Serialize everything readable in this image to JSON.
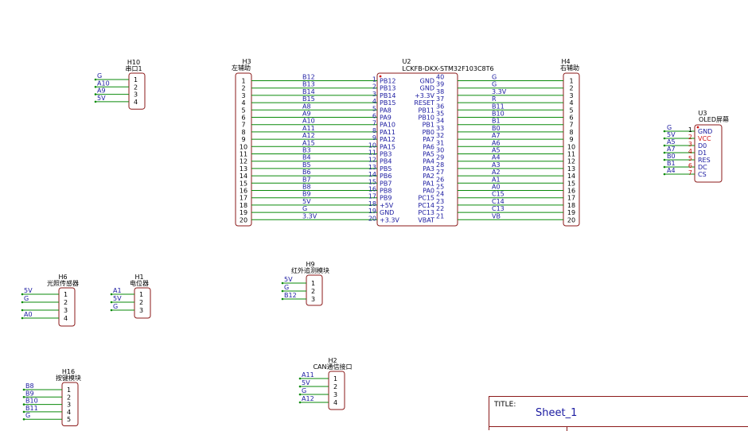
{
  "colors": {
    "net": "#0a8a0a",
    "body": "#8b1a1a",
    "label": "#1a1aa0",
    "pin_num": "#000000",
    "pin_red": "#d01010",
    "net_text": "#1a1aa0"
  },
  "title_block": {
    "label": "TITLE:",
    "value": "Sheet_1"
  },
  "h10": {
    "ref": "H10",
    "name": "串口1",
    "nets": [
      "G",
      "A10",
      "A9",
      "5V"
    ],
    "pins": [
      "1",
      "2",
      "3",
      "4"
    ]
  },
  "h3": {
    "ref": "H3",
    "name": "左辅助",
    "pins": [
      "1",
      "2",
      "3",
      "4",
      "5",
      "6",
      "7",
      "8",
      "9",
      "10",
      "11",
      "12",
      "13",
      "14",
      "15",
      "16",
      "17",
      "18",
      "19",
      "20"
    ]
  },
  "h4": {
    "ref": "H4",
    "name": "右辅助",
    "pins": [
      "1",
      "2",
      "3",
      "4",
      "5",
      "6",
      "7",
      "8",
      "9",
      "10",
      "11",
      "12",
      "13",
      "14",
      "15",
      "16",
      "17",
      "18",
      "19",
      "20"
    ]
  },
  "u2": {
    "ref": "U2",
    "name": "LCKFB-DKX-STM32F103C8T6",
    "left_nets": [
      "B12",
      "B13",
      "B14",
      "B15",
      "A8",
      "A9",
      "A10",
      "A11",
      "A12",
      "A15",
      "B3",
      "B4",
      "B5",
      "B6",
      "B7",
      "B8",
      "B9",
      "5V",
      "G",
      "3.3V"
    ],
    "left_nums": [
      "1",
      "2",
      "3",
      "4",
      "5",
      "6",
      "7",
      "8",
      "9",
      "10",
      "11",
      "12",
      "13",
      "14",
      "15",
      "16",
      "17",
      "18",
      "19",
      "20"
    ],
    "left_pins": [
      "PB12",
      "PB13",
      "PB14",
      "PB15",
      "PA8",
      "PA9",
      "PA10",
      "PA11",
      "PA12",
      "PA15",
      "PB3",
      "PB4",
      "PB5",
      "PB6",
      "PB7",
      "PB8",
      "PB9",
      "+5V",
      "GND",
      "+3.3V"
    ],
    "right_pins": [
      "GND",
      "GND",
      "+3.3V",
      "RESET",
      "PB11",
      "PB10",
      "PB1",
      "PB0",
      "PA7",
      "PA6",
      "PA5",
      "PA4",
      "PA3",
      "PA2",
      "PA1",
      "PA0",
      "PC15",
      "PC14",
      "PC13",
      "VBAT"
    ],
    "right_nums": [
      "40",
      "39",
      "38",
      "37",
      "36",
      "35",
      "34",
      "33",
      "32",
      "31",
      "30",
      "29",
      "28",
      "27",
      "26",
      "25",
      "24",
      "23",
      "22",
      "21"
    ],
    "right_nets": [
      "G",
      "G",
      "3.3V",
      "R",
      "B11",
      "B10",
      "B1",
      "B0",
      "A7",
      "A6",
      "A5",
      "A4",
      "A3",
      "A2",
      "A1",
      "A0",
      "C15",
      "C14",
      "C13",
      "VB"
    ]
  },
  "u3": {
    "ref": "U3",
    "name": "OLED屏幕",
    "nets": [
      "G",
      "5V",
      "A5",
      "A7",
      "B0",
      "B1",
      "A4"
    ],
    "nums": [
      "1",
      "2",
      "3",
      "4",
      "5",
      "6",
      "7"
    ],
    "pins": [
      "GND",
      "VCC",
      "D0",
      "D1",
      "RES",
      "DC",
      "CS"
    ]
  },
  "h6": {
    "ref": "H6",
    "name": "光照传感器",
    "nets": [
      "5V",
      "G",
      "",
      "A0"
    ],
    "pins": [
      "1",
      "2",
      "3",
      "4"
    ]
  },
  "h1": {
    "ref": "H1",
    "name": "电位器",
    "nets": [
      "A1",
      "5V",
      "G"
    ],
    "pins": [
      "1",
      "2",
      "3"
    ]
  },
  "h9": {
    "ref": "H9",
    "name": "红外追测模块",
    "nets": [
      "5V",
      "G",
      "B12"
    ],
    "pins": [
      "1",
      "2",
      "3"
    ]
  },
  "h16": {
    "ref": "H16",
    "name": "按键模块",
    "nets": [
      "B8",
      "B9",
      "B10",
      "B11",
      "G"
    ],
    "pins": [
      "1",
      "2",
      "3",
      "4",
      "5"
    ]
  },
  "h2": {
    "ref": "H2",
    "name": "CAN通信接口",
    "nets": [
      "A11",
      "5V",
      "G",
      "A12"
    ],
    "pins": [
      "1",
      "2",
      "3",
      "4"
    ]
  }
}
